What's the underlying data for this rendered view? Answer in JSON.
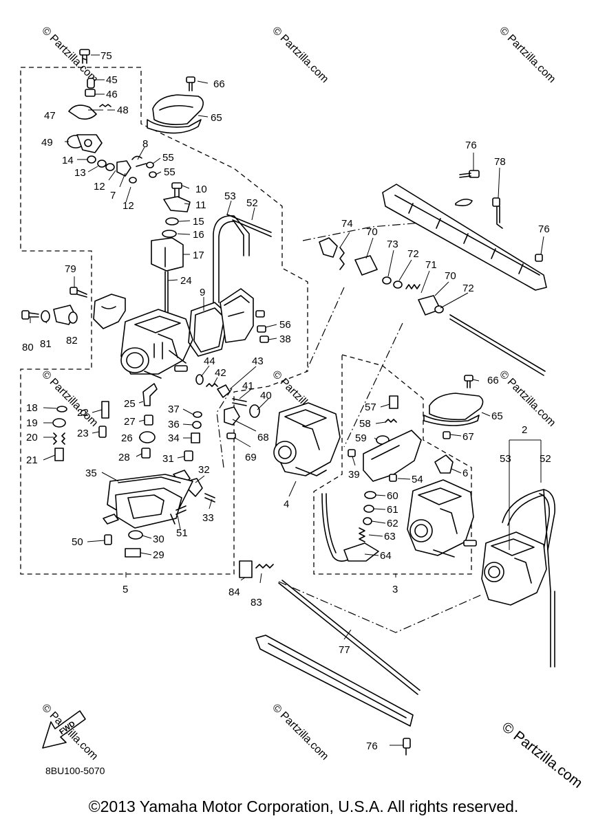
{
  "diagram_code": "8BU100-5070",
  "brand_watermark": "© Partzilla.com",
  "faint_watermark": "© Partzilla.com",
  "fwd_label": "FWD",
  "copyright": "©2013  Yamaha Motor Corporation, U.S.A. All rights reserved.",
  "callouts": {
    "c75": "75",
    "c45": "45",
    "c46": "46",
    "c47": "47",
    "c48": "48",
    "c49": "49",
    "c66a": "66",
    "c65a": "65",
    "c8": "8",
    "c14": "14",
    "c13": "13",
    "c12a": "12",
    "c7": "7",
    "c12b": "12",
    "c55a": "55",
    "c55b": "55",
    "c10": "10",
    "c11": "11",
    "c15": "15",
    "c16": "16",
    "c17": "17",
    "c53a": "53",
    "c52a": "52",
    "c74": "74",
    "c70a": "70",
    "c73": "73",
    "c72a": "72",
    "c71": "71",
    "c70b": "70",
    "c72b": "72",
    "c76a": "76",
    "c78": "78",
    "c76b": "76",
    "c79": "79",
    "c24": "24",
    "c9": "9",
    "c56": "56",
    "c38": "38",
    "c80": "80",
    "c81": "81",
    "c82": "82",
    "c44": "44",
    "c42": "42",
    "c43": "43",
    "c41": "41",
    "c40": "40",
    "c68": "68",
    "c69": "69",
    "c18": "18",
    "c19": "19",
    "c20": "20",
    "c21": "21",
    "c22": "22",
    "c23": "23",
    "c25": "25",
    "c27": "27",
    "c26": "26",
    "c28": "28",
    "c37": "37",
    "c36": "36",
    "c34": "34",
    "c31": "31",
    "c32": "32",
    "c35": "35",
    "c33": "33",
    "c51": "51",
    "c50": "50",
    "c30": "30",
    "c29": "29",
    "c5": "5",
    "c57": "57",
    "c58": "58",
    "c59": "59",
    "c39": "39",
    "c54": "54",
    "c60": "60",
    "c61": "61",
    "c62": "62",
    "c63": "63",
    "c64": "64",
    "c3": "3",
    "c4": "4",
    "c6": "6",
    "c66b": "66",
    "c65b": "65",
    "c67": "67",
    "c2": "2",
    "c53b": "53",
    "c52b": "52",
    "c84": "84",
    "c83": "83",
    "c77": "77",
    "c76c": "76"
  }
}
